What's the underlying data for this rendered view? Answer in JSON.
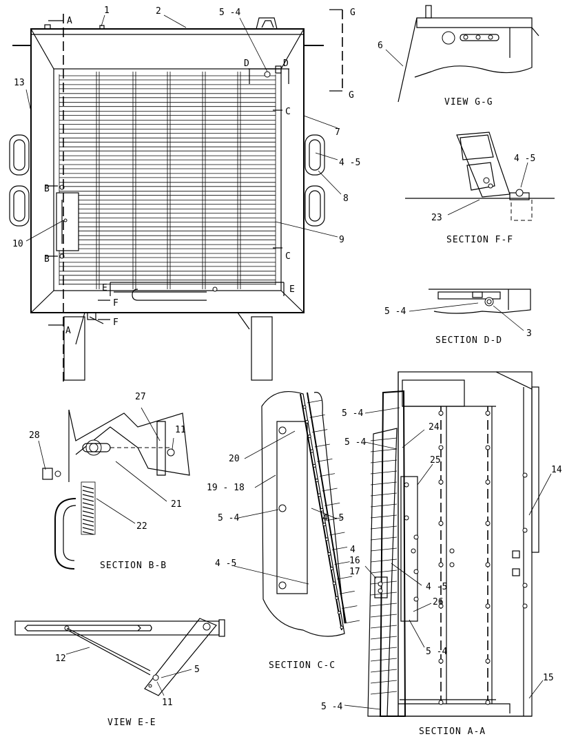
{
  "callouts": {
    "c1": "1",
    "c2": "2",
    "c3": "3",
    "c4": "4",
    "c5": "5",
    "c6": "6",
    "c7": "7",
    "c8": "8",
    "c9": "9",
    "c10": "10",
    "c11a": "11",
    "c11b": "11",
    "c12": "12",
    "c13": "13",
    "c14": "14",
    "c15": "15",
    "c16": "16",
    "c17": "17",
    "c19_18": "19 - 18",
    "c20": "20",
    "c21": "21",
    "c22": "22",
    "c23": "23",
    "c24": "24",
    "c25": "25",
    "c26": "26",
    "c27": "27",
    "c28": "28",
    "c5_4_top": "5 -4",
    "c4_5_right": "4 -5",
    "c4_5_ff": "4 -5",
    "c5_4_dd": "5 -4",
    "c5_4_aa1": "5 -4",
    "c5_4_aa2": "5 -4",
    "c5_4_aa3": "5 -4",
    "c5_4_aa4": "5 -4",
    "c4_5_aa": "4 -5",
    "c5_4_cc": "5 -4",
    "c4_5_cc1": "4 -5",
    "c4_5_cc2": "4 -5"
  },
  "section_markers": {
    "a_top": "A",
    "a_bottom": "A",
    "b_top": "B",
    "b_bottom": "B",
    "c_top": "C",
    "c_bottom": "C",
    "d_left": "D",
    "d_right": "D",
    "e_left": "E",
    "e_right": "E",
    "f_top": "F",
    "f_bottom": "F",
    "g_top": "G",
    "g_bottom": "G"
  },
  "captions": {
    "view_gg": "VIEW G-G",
    "section_ff": "SECTION F-F",
    "section_dd": "SECTION D-D",
    "section_bb": "SECTION B-B",
    "section_cc": "SECTION C-C",
    "view_ee": "VIEW E-E",
    "section_aa": "SECTION A-A"
  }
}
